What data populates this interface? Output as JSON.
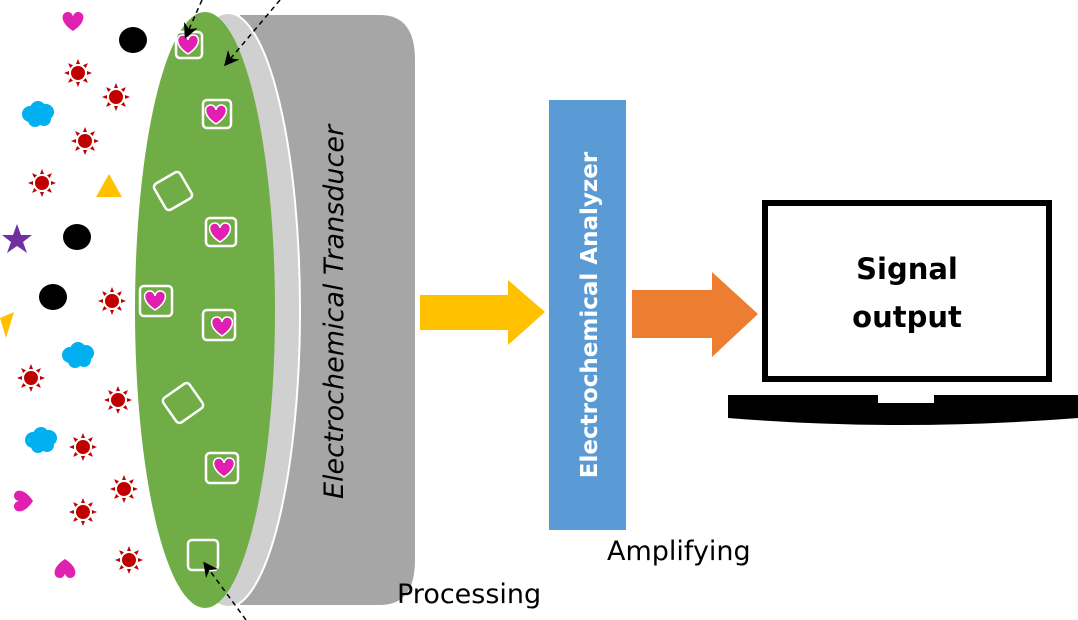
{
  "labels": {
    "transducer": "Electrochemical Transducer",
    "analyzer": "Electrochemical Analyzer",
    "signal_line1": "Signal",
    "signal_line2": "output",
    "amplifying": "Amplifying",
    "processing": "Processing"
  },
  "colors": {
    "bioreceptor_surface": "#70ad47",
    "transducer_body": "#a6a6a6",
    "transducer_rim": "#d0d0d0",
    "analyzer": "#5b9bd5",
    "arrow_processing": "#ffc000",
    "arrow_amplifying": "#ed7d31",
    "heart_analyte": "#e020b0",
    "sun_particle": "#c00000",
    "cloud_particle": "#00b0f0",
    "triangle_particle": "#ffc000",
    "star_particle": "#7030a0",
    "circle_particle": "#000000"
  },
  "icons": [
    "heart-icon",
    "sun-icon",
    "cloud-icon",
    "triangle-icon",
    "star-icon",
    "circle-icon",
    "receptor-square-icon",
    "laptop-icon",
    "arrow-right-icon"
  ]
}
